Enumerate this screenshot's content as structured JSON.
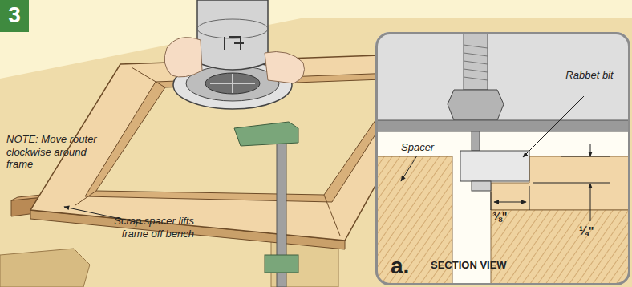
{
  "diagram": {
    "nodes": [
      {
        "text": [
          "3"
        ]
      },
      {
        "text": [
          "a.",
          "SECTION VIEW"
        ]
      }
    ],
    "labels": [
      "NOTE: Move router clockwise around frame",
      "Scrap spacer lifts frame off bench",
      "Rabbet bit",
      "Spacer",
      "⅜\"",
      "¼\""
    ]
  }
}
